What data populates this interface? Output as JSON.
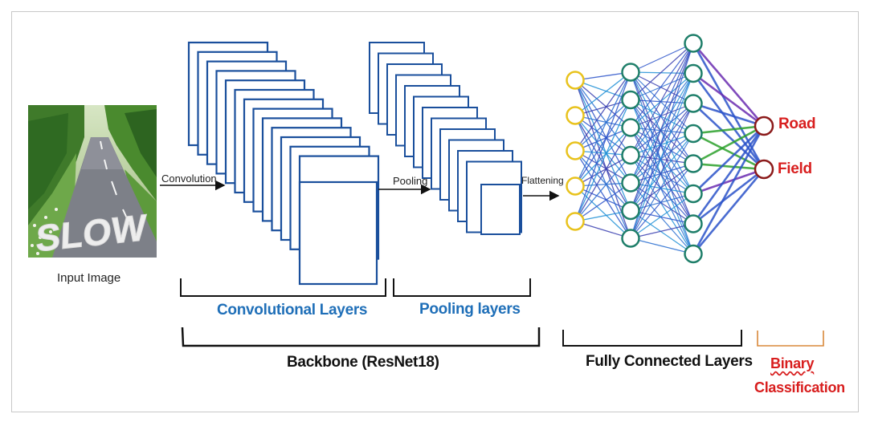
{
  "labels": {
    "input_image": "Input Image",
    "convolution": "Convolution",
    "pooling": "Pooling",
    "flattening": "Flattening",
    "convolutional_layers": "Convolutional Layers",
    "pooling_layers": "Pooling layers",
    "backbone": "Backbone (ResNet18)",
    "fully_connected": "Fully Connected Layers",
    "binary": "Binary",
    "classification": "Classification"
  },
  "road_sign_text": "SLOW",
  "network": {
    "input_nodes": 5,
    "hidden1_nodes": 7,
    "hidden2_nodes": 8,
    "outputs": [
      "Road",
      "Field"
    ]
  },
  "colors": {
    "frame_blue": "#1a4f9c",
    "label_blue": "#1f6fb8",
    "input_node": "#e8c21c",
    "hidden_node": "#1f7f6a",
    "output_node": "#8b1a1a",
    "output_text": "#d81e1e",
    "edge_blue": "#2a52c9",
    "edge_green": "#2aa02a",
    "edge_purple": "#6a2bb0"
  }
}
